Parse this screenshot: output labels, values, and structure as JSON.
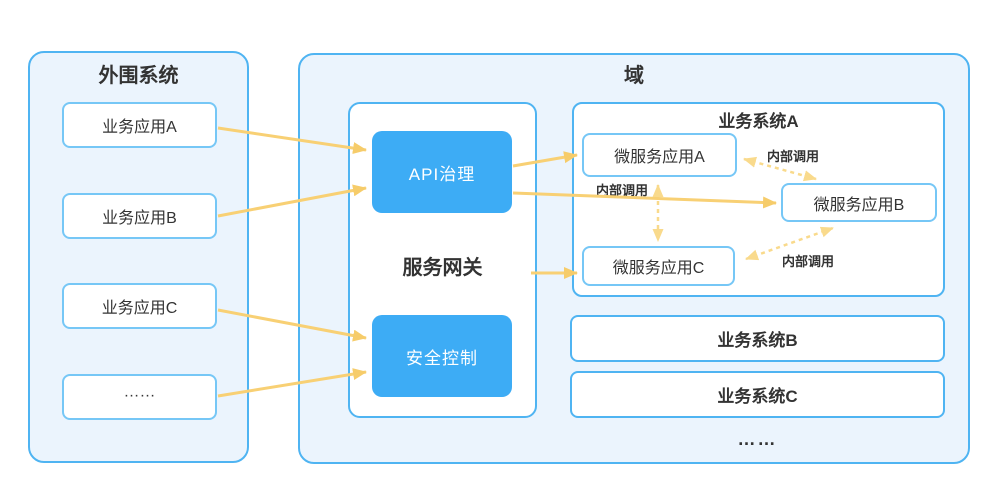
{
  "peripheral": {
    "title": "外围系统",
    "items": [
      "业务应用A",
      "业务应用B",
      "业务应用C",
      "……"
    ]
  },
  "domain": {
    "title": "域",
    "gateway": {
      "title": "服务网关",
      "modules": [
        "API治理",
        "安全控制"
      ]
    },
    "system_a": {
      "title": "业务系统A",
      "services": [
        "微服务应用A",
        "微服务应用B",
        "微服务应用C"
      ],
      "internal_call_labels": [
        "内部调用",
        "内部调用",
        "内部调用"
      ]
    },
    "other_systems": [
      "业务系统B",
      "业务系统C"
    ],
    "more": "……"
  },
  "connections": {
    "solid": [
      {
        "from": "业务应用A",
        "to": "API治理"
      },
      {
        "from": "业务应用B",
        "to": "API治理"
      },
      {
        "from": "业务应用C",
        "to": "安全控制"
      },
      {
        "from": "……",
        "to": "安全控制"
      },
      {
        "from": "API治理",
        "to": "微服务应用A"
      },
      {
        "from": "API治理",
        "to": "微服务应用B"
      },
      {
        "from": "服务网关",
        "to": "微服务应用C"
      }
    ],
    "dashed_bidirectional": [
      {
        "a": "微服务应用A",
        "b": "微服务应用B",
        "label": "内部调用"
      },
      {
        "a": "微服务应用A",
        "b": "微服务应用C",
        "label": "内部调用"
      },
      {
        "a": "微服务应用C",
        "b": "微服务应用B",
        "label": "内部调用"
      }
    ]
  },
  "colors": {
    "panel_fill": "#EBF4FD",
    "panel_border": "#4FB4F2",
    "light_box_border": "#76C7F6",
    "accent_blue": "#3DACF5",
    "arrow_solid": "#F8D074",
    "arrow_dashed": "#F9DA8C",
    "text_dark": "#333333"
  }
}
